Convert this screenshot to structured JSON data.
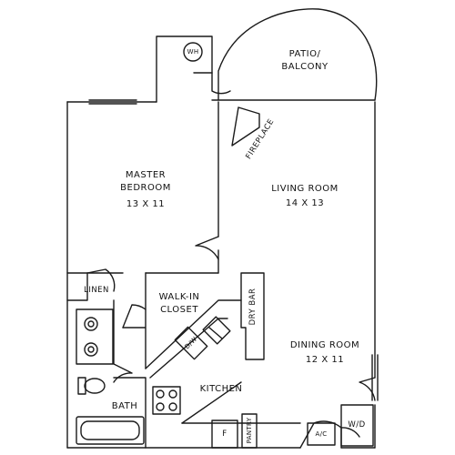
{
  "rooms": {
    "patio": "PATIO/\nBALCONY",
    "master_bedroom": {
      "name": "MASTER\nBEDROOM",
      "size": "13 X 11"
    },
    "living_room": {
      "name": "LIVING ROOM",
      "size": "14 X 13"
    },
    "dining_room": {
      "name": "DINING ROOM",
      "size": "12 X 11"
    },
    "walk_in_closet": "WALK-IN\nCLOSET",
    "kitchen": "KITCHEN",
    "bath": "BATH",
    "linen": "LINEN",
    "dry_bar": "DRY BAR",
    "fireplace": "FIREPLACE",
    "pantry": "PANTRY"
  },
  "fixtures": {
    "water_heater": "WH",
    "dishwasher": "D/W",
    "fridge": "F",
    "ac": "A/C",
    "washer_dryer": "W/D"
  },
  "colors": {
    "line": "#1a1a1a",
    "background": "#ffffff"
  }
}
